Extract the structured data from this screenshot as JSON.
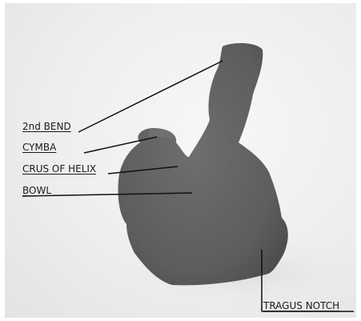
{
  "diagram": {
    "labels": {
      "second_bend": "2nd BEND",
      "cymba": "CYMBA",
      "crus_of_helix": "CRUS OF HELIX",
      "bowl": "BOWL",
      "tragus_notch": "TRAGUS NOTCH"
    }
  }
}
